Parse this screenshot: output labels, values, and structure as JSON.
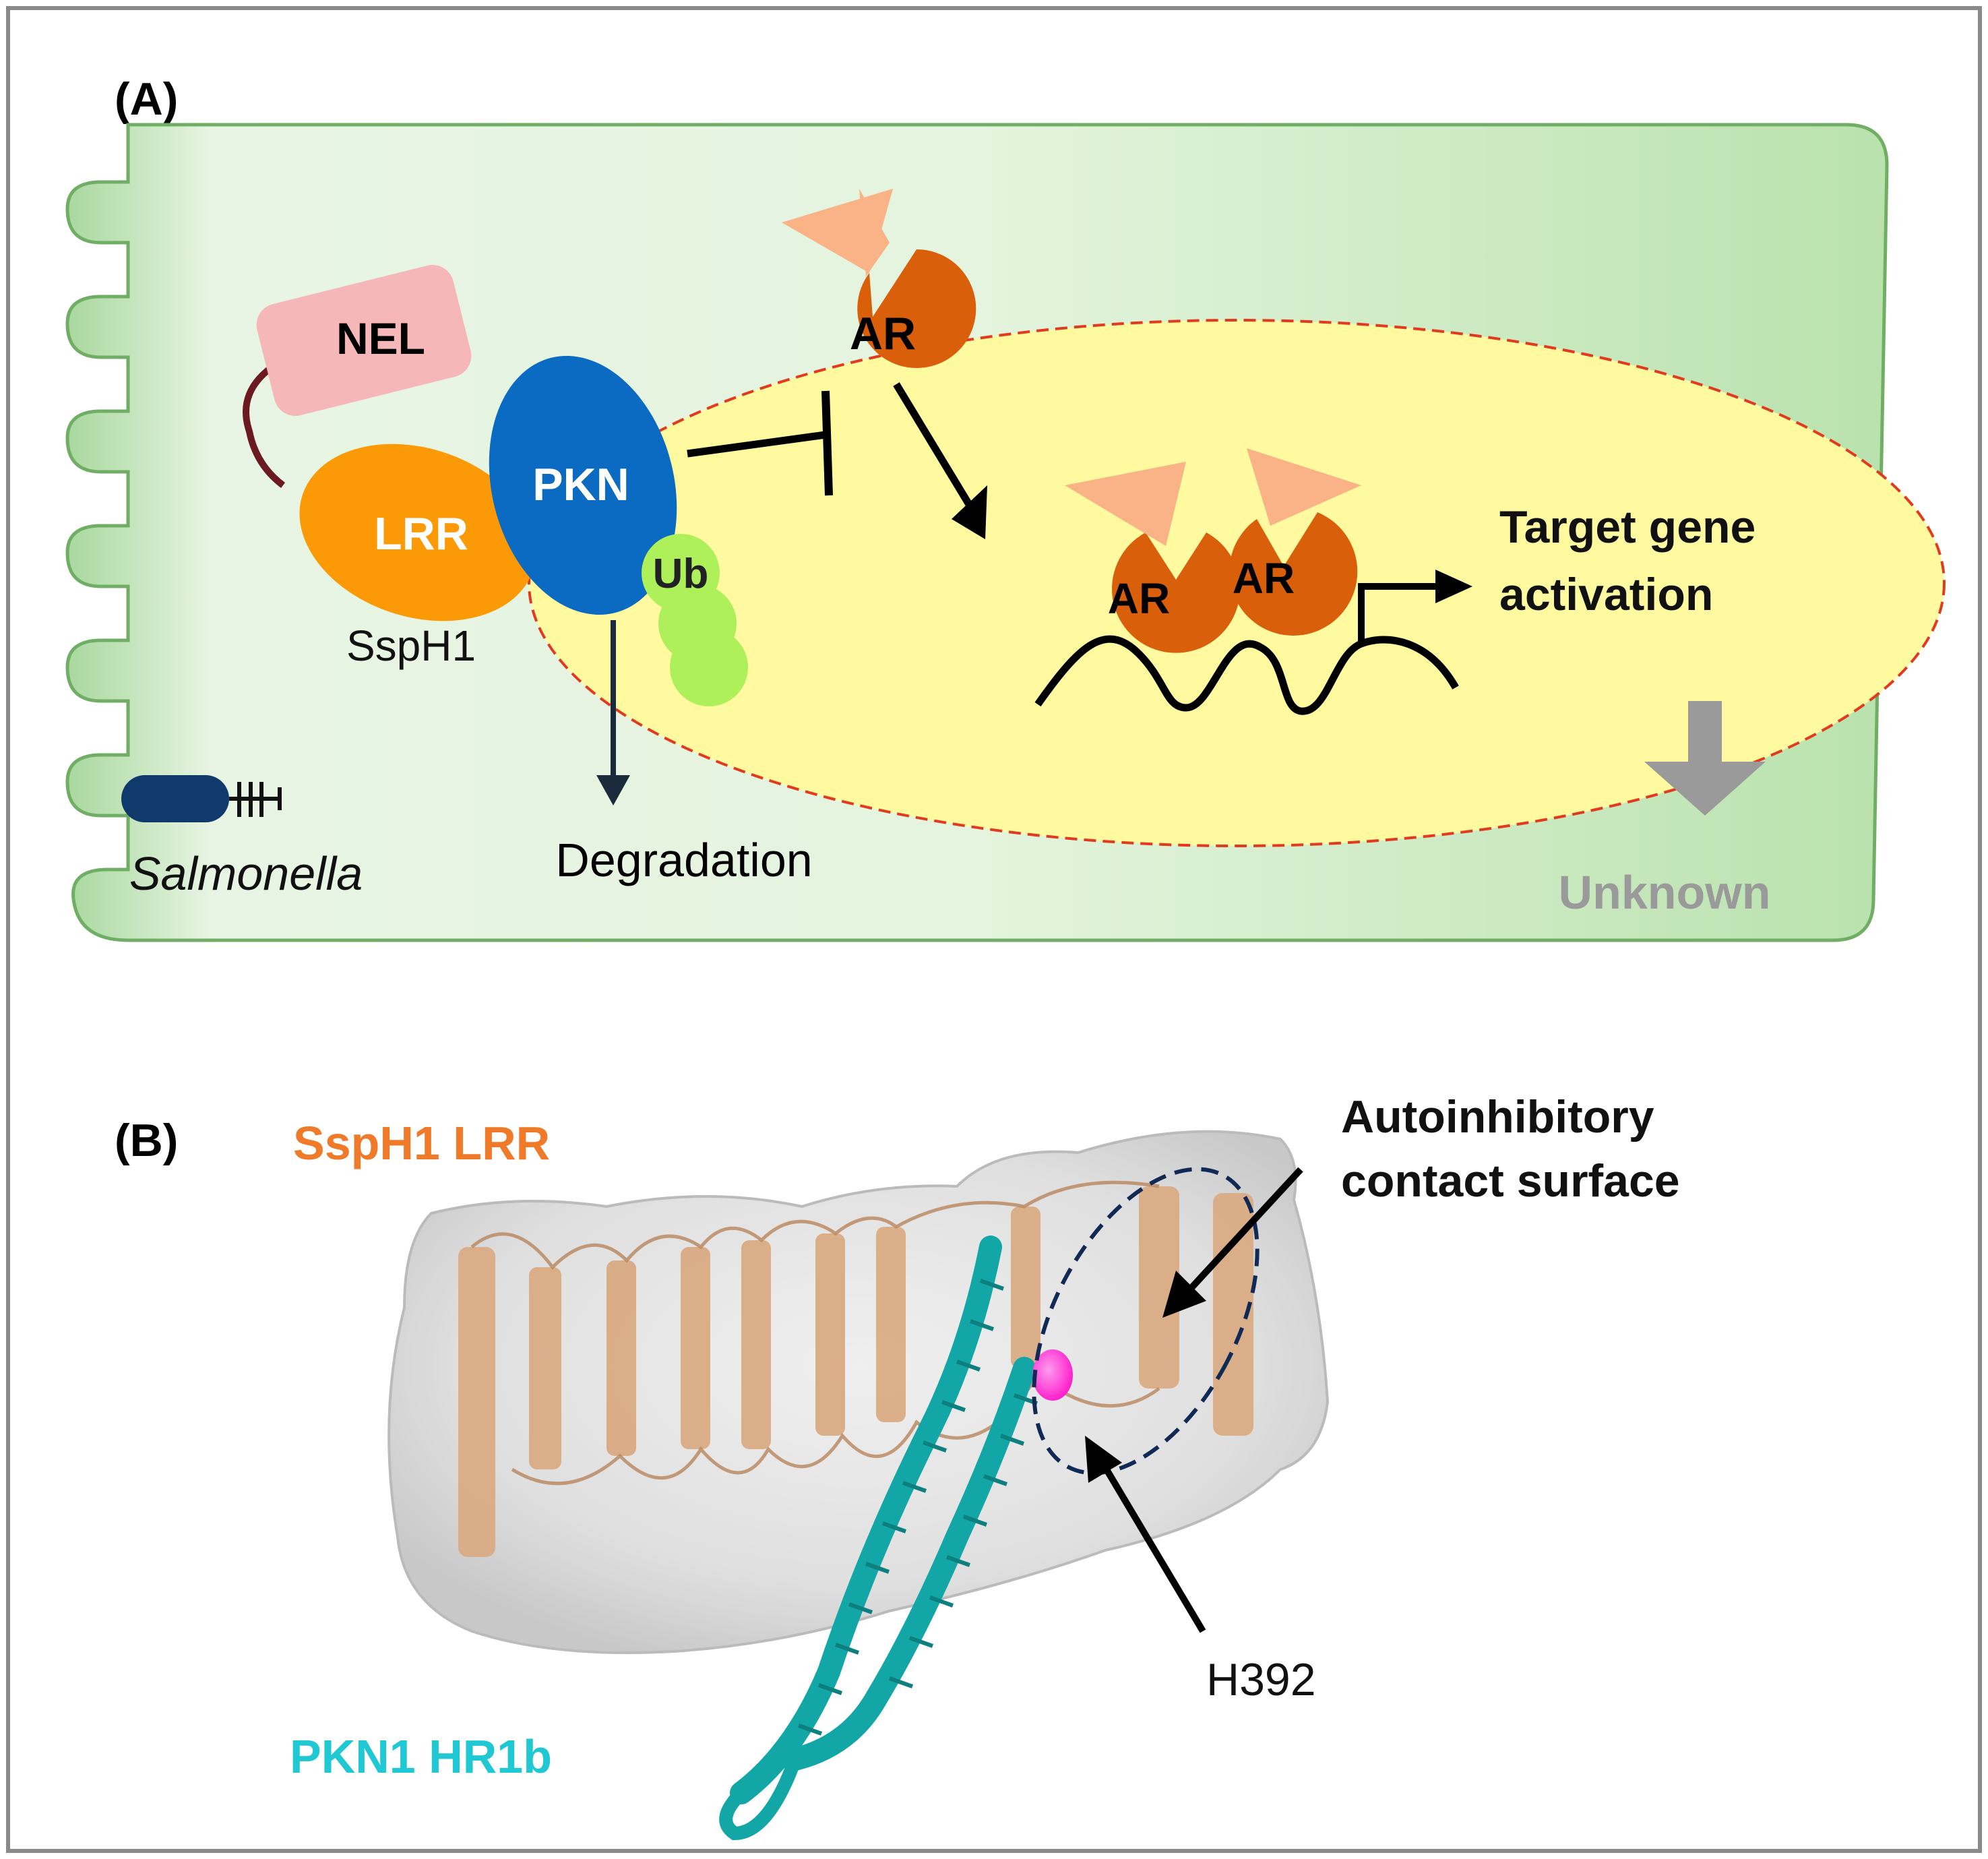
{
  "panel_a": {
    "label": "(A)",
    "domains": {
      "nel": "NEL",
      "lrr": "LRR",
      "pkn": "PKN",
      "ub": "Ub"
    },
    "protein_name": "SspH1",
    "ar_label": "AR",
    "bacterium": "Salmonella",
    "degradation": "Degradation",
    "target_line1": "Target gene",
    "target_line2": "activation",
    "unknown": "Unknown"
  },
  "panel_b": {
    "label": "(B)",
    "lrr_title": "SspH1 LRR",
    "pkn_title": "PKN1 HR1b",
    "contact_line1": "Autoinhibitory",
    "contact_line2": "contact surface",
    "residue": "H392"
  },
  "colors": {
    "cell_fill": "#c8e8c0",
    "cell_stroke": "#6fae64",
    "nucleus_fill": "#fffaa0",
    "nucleus_stroke": "#e23a1e",
    "nel": "#f5b7b8",
    "lrr": "#fb9a06",
    "pkn": "#0b6bc2",
    "ub": "#aef05a",
    "ar": "#d95f0b",
    "ligand": "#f9b386",
    "salmonella": "#0f3a6b",
    "unknown": "#9a9a9a",
    "lrr_title": "#ef7a2a",
    "pkn_title": "#1fc8d3",
    "helix": "#13a6a6",
    "residue": "#ff33dd"
  }
}
